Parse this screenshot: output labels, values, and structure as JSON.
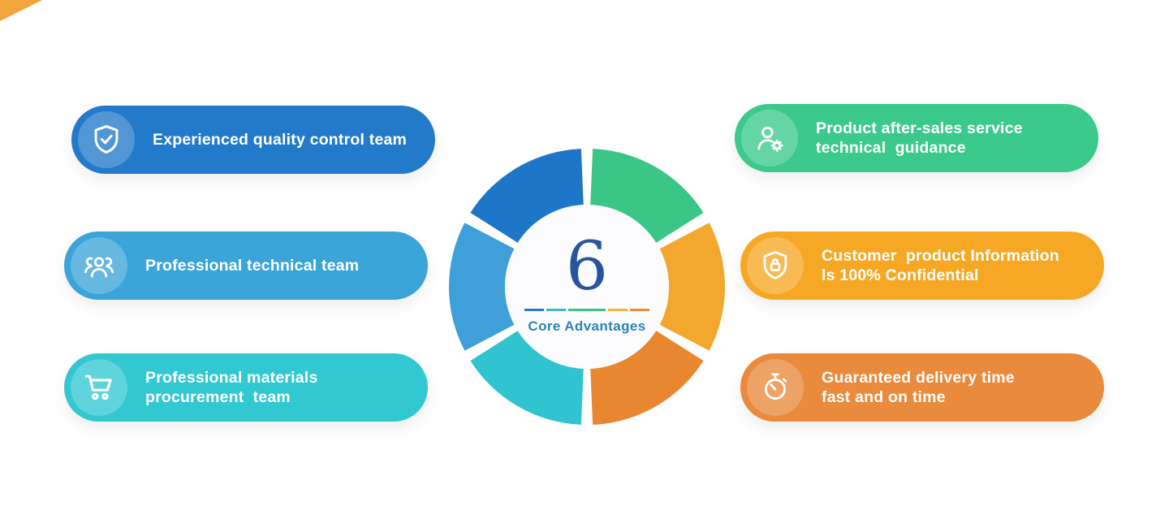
{
  "title": "6 Core Advantages",
  "decoration": {
    "corner_color": "#f2a53a"
  },
  "center": {
    "number": "6",
    "label": "Core Advantages",
    "number_color": "#28549e",
    "label_color": "#2a85b4",
    "divider": [
      {
        "color": "#2b77c9",
        "width": 24
      },
      {
        "color": "#35b9d6",
        "width": 24
      },
      {
        "color": "#3cc487",
        "width": 46
      },
      {
        "color": "#f5b53a",
        "width": 24
      },
      {
        "color": "#ef8a33",
        "width": 24
      }
    ]
  },
  "donut": {
    "segments": [
      {
        "name": "after-sales-service",
        "color": "#3bc688"
      },
      {
        "name": "confidential-information",
        "color": "#f4a72f"
      },
      {
        "name": "delivery-time",
        "color": "#e8872f"
      },
      {
        "name": "materials-procurement",
        "color": "#2fc4cf"
      },
      {
        "name": "technical-team",
        "color": "#3f9fd8"
      },
      {
        "name": "quality-control",
        "color": "#1e76c8"
      }
    ]
  },
  "cards": {
    "left": [
      {
        "line1": "Experienced quality control team",
        "line2": "",
        "color": "#2379ca",
        "icon": "shield-check"
      },
      {
        "line1": "Professional technical team",
        "line2": "",
        "color": "#3ba4d8",
        "icon": "team"
      },
      {
        "line1": "Professional materials",
        "line2": "procurement  team",
        "color": "#32c8d2",
        "icon": "cart"
      }
    ],
    "right": [
      {
        "line1": "Product after-sales service",
        "line2": "technical  guidance",
        "color": "#3cc98c",
        "icon": "person-gear"
      },
      {
        "line1": "Customer  product Information",
        "line2": "ls 100% Confidential",
        "color": "#f6a824",
        "icon": "shield-lock"
      },
      {
        "line1": "Guaranteed delivery time",
        "line2": "fast and on time",
        "color": "#ea8a3c",
        "icon": "stopwatch"
      }
    ]
  }
}
